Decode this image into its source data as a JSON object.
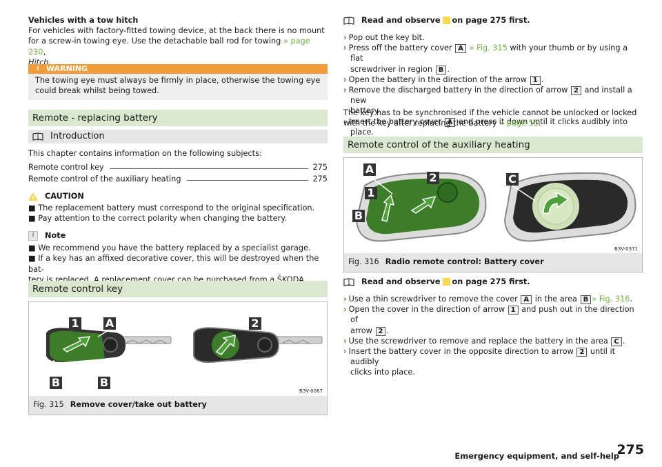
{
  "left": {
    "tow_title": "Vehicles with a tow hitch",
    "tow_text_1": "For vehicles with factory-fitted towing device, at the back there is no mount",
    "tow_text_2a": "for a screw-in towing eye. Use the detachable ball rod for towing ",
    "tow_link": "» page 230",
    "tow_text_2b": ",",
    "tow_text_3": "Hitch",
    "tow_text_3b": ".",
    "warning_label": "WARNING",
    "warning_text_1": "The towing eye must always be firmly in place, otherwise the towing eye",
    "warning_text_2": "could break whilst being towed.",
    "section_title": "Remote - replacing battery",
    "intro_title": "Introduction",
    "intro_text": "This chapter contains information on the following subjects:",
    "toc": [
      {
        "label": "Remote control key",
        "page": "275"
      },
      {
        "label": "Remote control of the auxiliary heating",
        "page": "275"
      }
    ],
    "caution_label": "CAUTION",
    "caution_items": [
      "The replacement battery must correspond to the original specification.",
      "Pay attention to the correct polarity when changing the battery."
    ],
    "note_label": "Note",
    "note_items": [
      "We recommend you have the battery replaced by a specialist garage.",
      "If a key has an affixed decorative cover, this will be destroyed when the bat-"
    ],
    "note_cont": "tery is replaced. A replacement cover can be purchased from a ŠKODA Partner.",
    "key_section_title": "Remote control key",
    "fig315_num": "Fig. 315",
    "fig315_caption": "Remove cover/take out battery",
    "fig315_code": "B3V-0067"
  },
  "right": {
    "read_a": "Read and observe",
    "read_b": "on page 275 first.",
    "steps1": {
      "s1": "Pop out the key bit.",
      "s2a": "Press off the battery cover",
      "s2b": "» Fig. 315",
      "s2c": "with your thumb or by using a flat",
      "s2d": "screwdriver in region",
      "s3a": "Open the battery in the direction of the arrow",
      "s4a": "Remove the discharged battery in the direction of arrow",
      "s4b": "and install a new",
      "s4c": "battery.",
      "s5a": "Insert the battery cover",
      "s5b": "and press it down until it clicks audibly into place."
    },
    "sync_1": "The key has to be synchronised if the vehicle cannot be unlocked or locked",
    "sync_2a": "with the key after replacing the battery ",
    "sync_link": "» page 55",
    "sync_2b": ".",
    "aux_section_title": "Remote control of the auxiliary heating",
    "fig316_num": "Fig. 316",
    "fig316_caption": "Radio remote control: Battery cover",
    "fig316_code": "B3V-0371",
    "read2_a": "Read and observe",
    "read2_b": "on page 275 first.",
    "steps2": {
      "s1a": "Use a thin screwdriver to remove the cover",
      "s1b": "in the area",
      "s1c": "» Fig. 316",
      "s2a": "Open the cover in the direction of arrow",
      "s2b": "and push out in the direction of",
      "s2c": "arrow",
      "s3a": "Use the screwdriver to remove and replace the battery in the area",
      "s4a": "Insert the battery cover in the opposite direction to arrow",
      "s4b": "until it audibly",
      "s4c": "clicks into place."
    },
    "tags": {
      "A": "A",
      "B": "B",
      "C": "C",
      "n1": "1",
      "n2": "2"
    },
    "footer_text": "Emergency equipment, and self-help",
    "footer_page": "275"
  }
}
